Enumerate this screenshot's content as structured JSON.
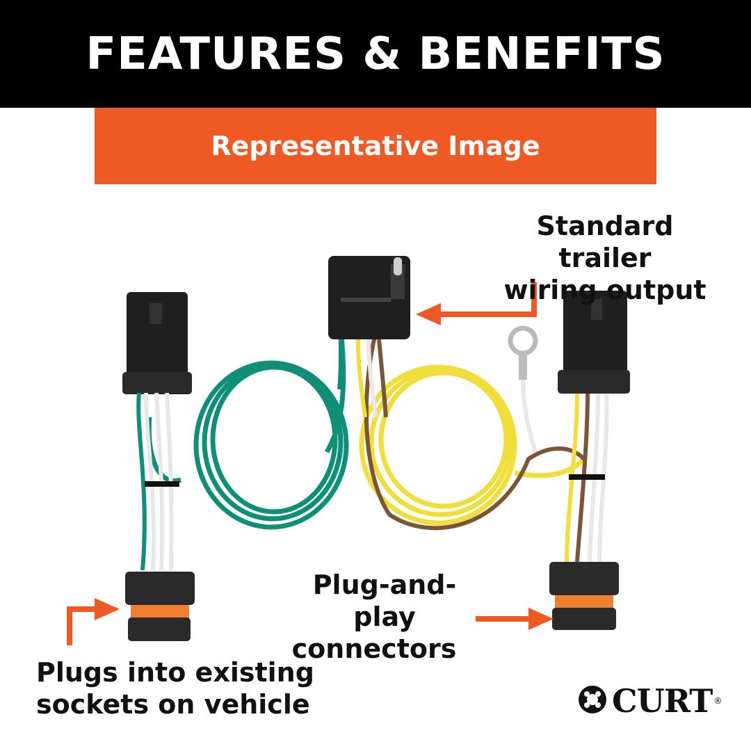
{
  "header": {
    "title": "FEATURES & BENEFITS"
  },
  "banner": {
    "text": "Representative Image"
  },
  "callouts": {
    "standard_output": {
      "line1": "Standard trailer",
      "line2": "wiring output"
    },
    "plug_and_play": {
      "line1": "Plug-and-play",
      "line2": "connectors"
    },
    "plugs_into": {
      "line1": "Plugs into existing",
      "line2": "sockets on vehicle"
    }
  },
  "brand": {
    "name": "CURT",
    "mark": "®"
  },
  "colors": {
    "header_bg": "#000000",
    "banner_bg": "#ef5a24",
    "arrow": "#ef5a24",
    "wire_green": "#0e8f78",
    "wire_yellow": "#f2de3a",
    "wire_brown": "#7a5637",
    "wire_white": "#e8e8e8"
  }
}
